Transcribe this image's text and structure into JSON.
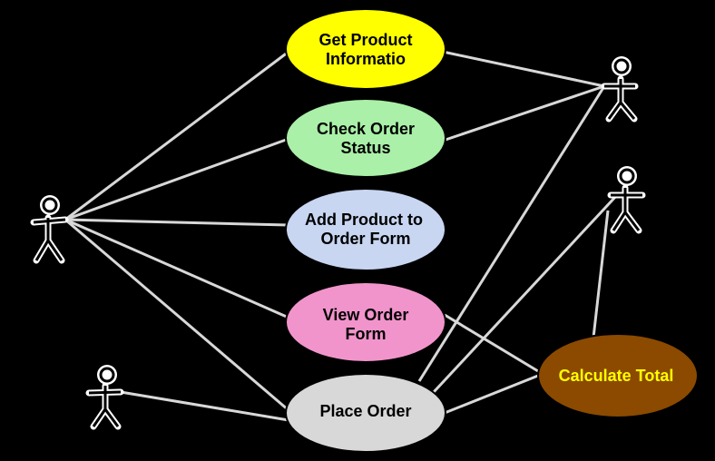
{
  "use_cases": [
    {
      "id": "get-product-info",
      "lines": [
        "Get Product",
        "Informatio"
      ],
      "fill": "#ffff00",
      "text_color": "#000000"
    },
    {
      "id": "check-order-status",
      "lines": [
        "Check Order",
        "Status"
      ],
      "fill": "#aaf0a8",
      "text_color": "#000000"
    },
    {
      "id": "add-product-to-order-form",
      "lines": [
        "Add Product to",
        "Order Form"
      ],
      "fill": "#c8d6f2",
      "text_color": "#000000"
    },
    {
      "id": "view-order-form",
      "lines": [
        "View Order",
        "Form"
      ],
      "fill": "#f294cc",
      "text_color": "#000000"
    },
    {
      "id": "place-order",
      "lines": [
        "Place Order"
      ],
      "fill": "#d8d8d8",
      "text_color": "#000000"
    },
    {
      "id": "calculate-total",
      "lines": [
        "Calculate Total"
      ],
      "fill": "#8b4a00",
      "text_color": "#ffff00"
    }
  ],
  "actors": [
    {
      "id": "actor-left"
    },
    {
      "id": "actor-top-right"
    },
    {
      "id": "actor-right"
    },
    {
      "id": "actor-bottom-left"
    }
  ],
  "colors": {
    "background": "#000000",
    "line": "#d8d8d8",
    "ellipse_outline": "#000000"
  }
}
